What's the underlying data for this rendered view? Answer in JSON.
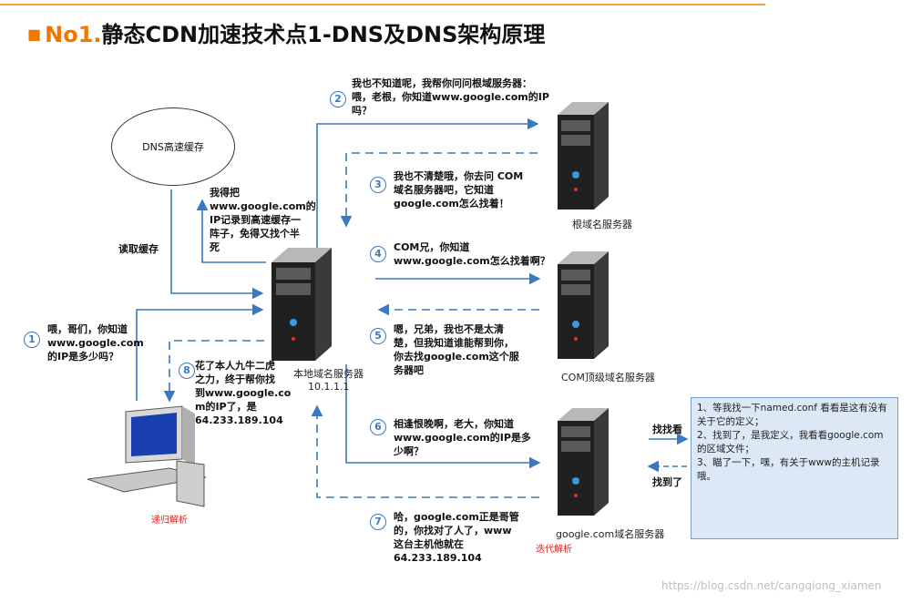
{
  "title": {
    "bullet": "■",
    "number": "No1.",
    "text": "静态CDN加速技术点1-DNS及DNS架构原理"
  },
  "cache_label": "DNS高速缓存",
  "read_cache": "读取缓存",
  "save_cache": [
    "我得把",
    "www.google.com的",
    "IP记录到高速缓存一",
    "阵子，免得又找个半",
    "死"
  ],
  "steps": {
    "s1": {
      "num": "1",
      "lines": [
        "喂，哥们，你知道",
        "www.google.com",
        "的IP是多少吗？"
      ]
    },
    "s2": {
      "num": "2",
      "lines": [
        "我也不知道呢，我帮你问问根域服务器：",
        "喂，老根，你知道www.google.com的IP",
        "吗？"
      ]
    },
    "s3": {
      "num": "3",
      "lines": [
        "我也不清楚哦，你去问 COM",
        "域名服务器吧，它知道",
        "google.com怎么找着！"
      ]
    },
    "s4": {
      "num": "4",
      "lines": [
        "COM兄，你知道",
        "www.google.com怎么找着啊？"
      ]
    },
    "s5": {
      "num": "5",
      "lines": [
        "嗯，兄弟，我也不是太清",
        "楚，但我知道谁能帮到你，",
        "你去找google.com这个服",
        "务器吧"
      ]
    },
    "s6": {
      "num": "6",
      "lines": [
        "相逢恨晚啊，老大，你知道",
        "www.google.com的IP是多",
        "少啊？"
      ]
    },
    "s7": {
      "num": "7",
      "lines": [
        "哈，google.com正是哥管",
        "的，你找对了人了，www",
        "这台主机他就在",
        "64.233.189.104"
      ]
    },
    "s8": {
      "num": "8",
      "lines": [
        "花了本人九牛二虎",
        "之力，终于帮你找",
        "到www.google.co",
        "m的IP了，是",
        "64.233.189.104"
      ]
    }
  },
  "servers": {
    "root": "根域名服务器",
    "local": "本地域名服务器",
    "local_ip": "10.1.1.1",
    "com": "COM顶级域名服务器",
    "google": "google.com域名服务器"
  },
  "recursive": "递归解析",
  "iterative": "迭代解析",
  "find_it": "找找看",
  "found_it": "找到了",
  "note_lines": [
    "1、等我找一下named.conf 看看是这有没有关于它的定义；",
    "2、找到了，是我定义，我看看google.com的区域文件；",
    "3、瞄了一下，嘿，有关于www的主机记录哦。"
  ],
  "watermark": "https://blog.csdn.net/cangqiong_xiamen",
  "colors": {
    "arrow": "#3a78c2",
    "title_accent": "#f07800",
    "note_bg": "#dde8f6"
  }
}
